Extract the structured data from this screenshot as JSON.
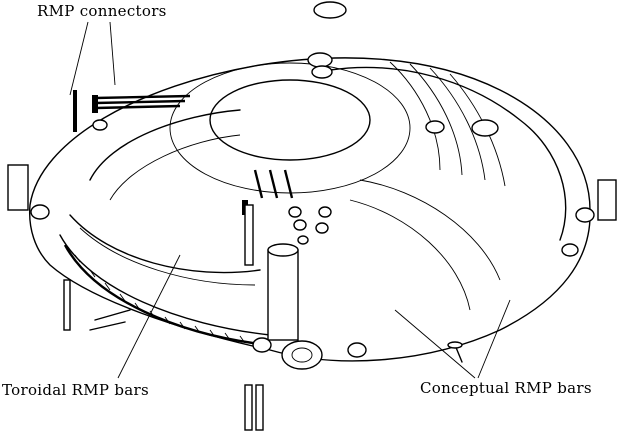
{
  "figure": {
    "subject": "Tokamak vacuum vessel with RMP coil bars",
    "labels": {
      "rmp_connectors": "RMP connectors",
      "toroidal_rmp_bars": "Toroidal RMP bars",
      "conceptual_rmp_bars": "Conceptual RMP bars"
    },
    "colors": {
      "line": "#000000",
      "background": "#ffffff"
    }
  }
}
